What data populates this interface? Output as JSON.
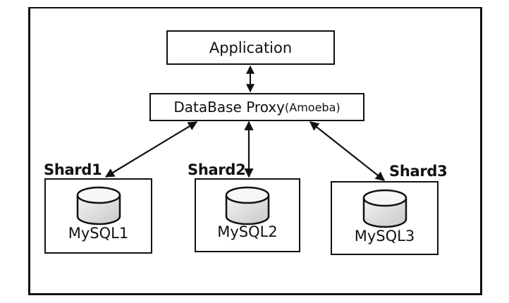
{
  "diagram": {
    "application": {
      "label": "Application"
    },
    "proxy": {
      "label": "DataBase Proxy",
      "sublabel": "(Amoeba)"
    },
    "shards": [
      {
        "label": "Shard1",
        "database": "MySQL1"
      },
      {
        "label": "Shard2",
        "database": "MySQL2"
      },
      {
        "label": "Shard3",
        "database": "MySQL3"
      }
    ],
    "connections": [
      {
        "from": "Application",
        "to": "DataBase Proxy",
        "direction": "bidirectional"
      },
      {
        "from": "DataBase Proxy",
        "to": "Shard1",
        "direction": "bidirectional"
      },
      {
        "from": "DataBase Proxy",
        "to": "Shard2",
        "direction": "bidirectional"
      },
      {
        "from": "DataBase Proxy",
        "to": "Shard3",
        "direction": "bidirectional"
      }
    ],
    "icons": {
      "database": "database-cylinder-icon"
    },
    "colors": {
      "stroke": "#111111",
      "cylinder_fill_light": "#f4f4f4",
      "cylinder_fill_dark": "#c8c8c8"
    }
  }
}
